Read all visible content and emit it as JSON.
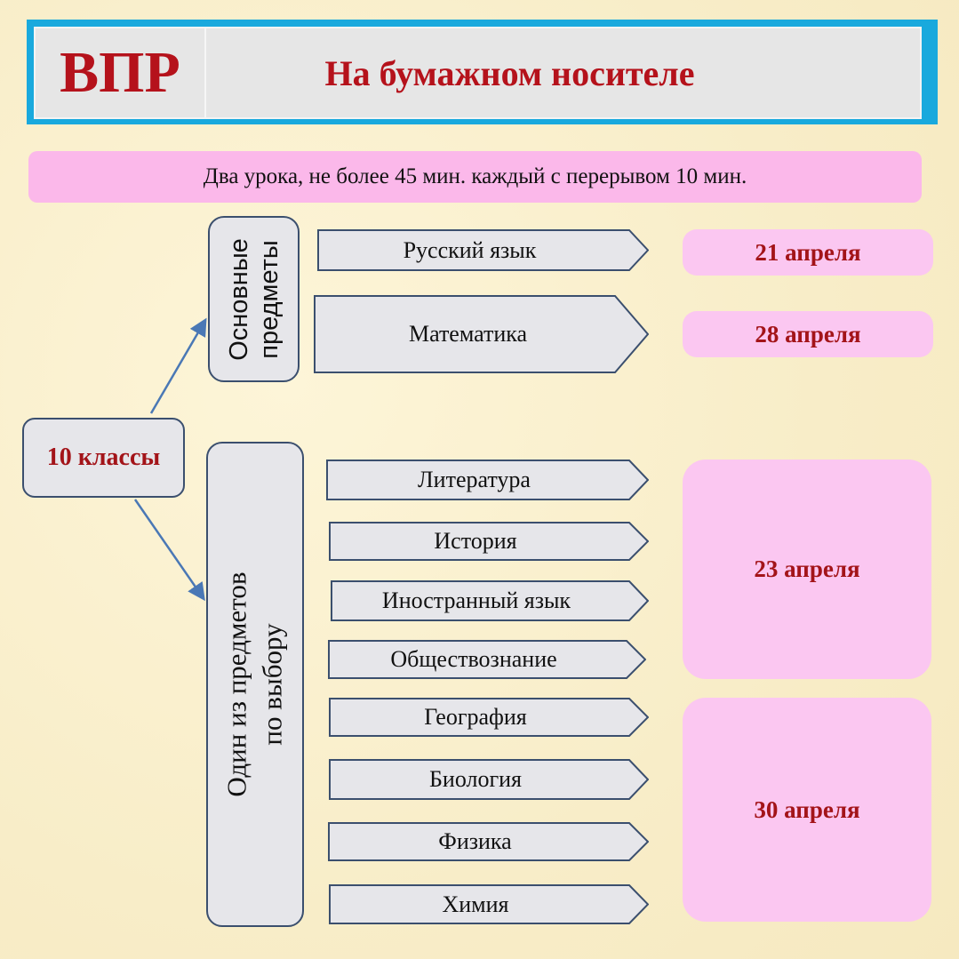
{
  "header": {
    "abbr": "ВПР",
    "title": "На бумажном носителе"
  },
  "note": "Два урока, не более 45 мин. каждый с  перерывом 10 мин.",
  "grade": "10 классы",
  "groups": {
    "main": "Основные\nпредметы",
    "elective": "Один из предметов\nпо выбору"
  },
  "subjects": [
    "Русский язык",
    "Математика",
    "Литература",
    "История",
    "Иностранный язык",
    "Обществознание",
    "География",
    "Биология",
    "Физика",
    "Химия"
  ],
  "dates": [
    "21 апреля",
    "28 апреля",
    "23 апреля",
    "30 апреля"
  ],
  "colors": {
    "header_border": "#19a9dd",
    "title_red": "#b5121b",
    "pink": "#fbc7f1",
    "box_fill": "#e6e6ea",
    "outline": "#3b4f6e",
    "connector": "#4a78b5"
  }
}
